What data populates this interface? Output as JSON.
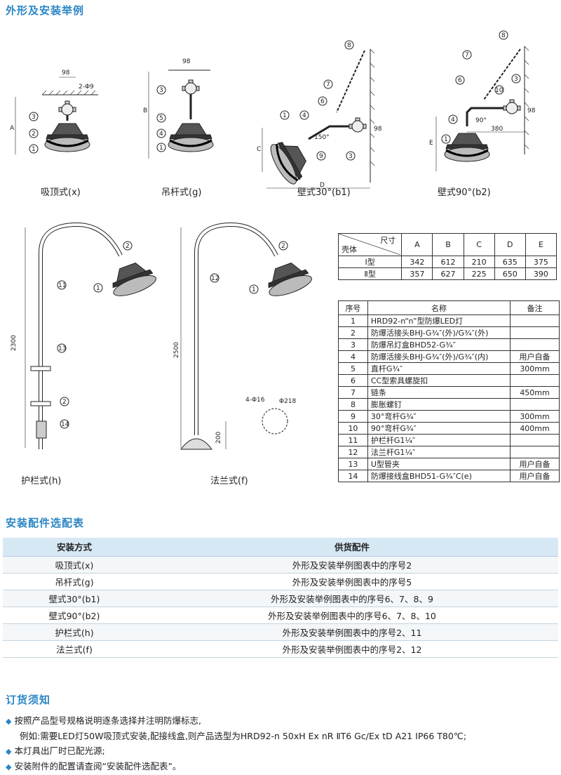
{
  "sections": {
    "outline_title": "外形及安装举例",
    "install_title": "安装配件选配表",
    "order_title": "订货须知"
  },
  "figures": {
    "x": {
      "caption": "吸顶式(x)",
      "dim_98": "98",
      "dim_holes": "2-Φ9",
      "dim_a": "A"
    },
    "g": {
      "caption": "吊杆式(g)",
      "dim_98": "98",
      "dim_b": "B"
    },
    "b1": {
      "caption": "壁式30°(b1)",
      "dim_c": "C",
      "dim_d": "D",
      "angle": "150°",
      "dim_98": "98"
    },
    "b2": {
      "caption": "壁式90°(b2)",
      "dim_e": "E",
      "angle": "90°",
      "dim_380": "380",
      "dim_98": "98"
    },
    "h": {
      "caption": "护栏式(h)",
      "dim_2300": "2300"
    },
    "f": {
      "caption": "法兰式(f)",
      "dim_2500": "2500",
      "dim_200": "200",
      "dim_holes": "4-Φ16",
      "dim_218": "Φ218"
    },
    "callouts": [
      "1",
      "2",
      "3",
      "4",
      "5",
      "6",
      "7",
      "8",
      "9",
      "10",
      "11",
      "12",
      "13",
      "14"
    ]
  },
  "dim_table": {
    "header_top": "尺寸",
    "header_bottom": "壳体",
    "columns": [
      "A",
      "B",
      "C",
      "D",
      "E"
    ],
    "rows": [
      {
        "type": "Ⅰ型",
        "values": [
          "342",
          "612",
          "210",
          "635",
          "375"
        ]
      },
      {
        "type": "Ⅱ型",
        "values": [
          "357",
          "627",
          "225",
          "650",
          "390"
        ]
      }
    ]
  },
  "parts_table": {
    "headers": [
      "序号",
      "名称",
      "备注"
    ],
    "rows": [
      {
        "no": "1",
        "name": "HRD92-n“n”型防爆LED灯",
        "note": ""
      },
      {
        "no": "2",
        "name": "防爆活接头BHJ-G¾″(外)/G¾″(外)",
        "note": ""
      },
      {
        "no": "3",
        "name": "防爆吊灯盒BHD52-G¾″",
        "note": ""
      },
      {
        "no": "4",
        "name": "防爆活接头BHJ-G¾″(外)/G¾″(内)",
        "note": "用户自备"
      },
      {
        "no": "5",
        "name": "直杆G¾″",
        "note": "300mm"
      },
      {
        "no": "6",
        "name": "CC型索具螺旋扣",
        "note": ""
      },
      {
        "no": "7",
        "name": "链条",
        "note": "450mm"
      },
      {
        "no": "8",
        "name": "膨胀螺钉",
        "note": ""
      },
      {
        "no": "9",
        "name": "30°弯杆G¾″",
        "note": "300mm"
      },
      {
        "no": "10",
        "name": "90°弯杆G¾″",
        "note": "400mm"
      },
      {
        "no": "11",
        "name": "护栏杆G1¼″",
        "note": ""
      },
      {
        "no": "12",
        "name": "法兰杆G1¼″",
        "note": ""
      },
      {
        "no": "13",
        "name": "U型管夹",
        "note": "用户自备"
      },
      {
        "no": "14",
        "name": "防爆接线盒BHD51-G¾″C(e)",
        "note": "用户自备"
      }
    ]
  },
  "install_table": {
    "headers": [
      "安装方式",
      "供货配件"
    ],
    "rows": [
      {
        "mode": "吸顶式(x)",
        "parts": "外形及安装举例图表中的序号2"
      },
      {
        "mode": "吊杆式(g)",
        "parts": "外形及安装举例图表中的序号5"
      },
      {
        "mode": "壁式30°(b1)",
        "parts": "外形及安装举例图表中的序号6、7、8、9"
      },
      {
        "mode": "壁式90°(b2)",
        "parts": "外形及安装举例图表中的序号6、7、8、10"
      },
      {
        "mode": "护栏式(h)",
        "parts": "外形及安装举例图表中的序号2、11"
      },
      {
        "mode": "法兰式(f)",
        "parts": "外形及安装举例图表中的序号2、12"
      }
    ]
  },
  "order_notes": {
    "note1": "按照产品型号规格说明逐条选择并注明防爆标志,",
    "example": "例如:需要LED灯50W吸顶式安装,配接线盒,则产品选型为HRD92-n 50xH Ex nR ⅡT6 Gc/Ex tD A21 IP66 T80℃;",
    "note2": "本灯具出厂时已配光源;",
    "note3": "安装附件的配置请查阅“安装配件选配表”。"
  },
  "colors": {
    "accent": "#2a86c4",
    "header_bg": "#d7e8f5"
  }
}
